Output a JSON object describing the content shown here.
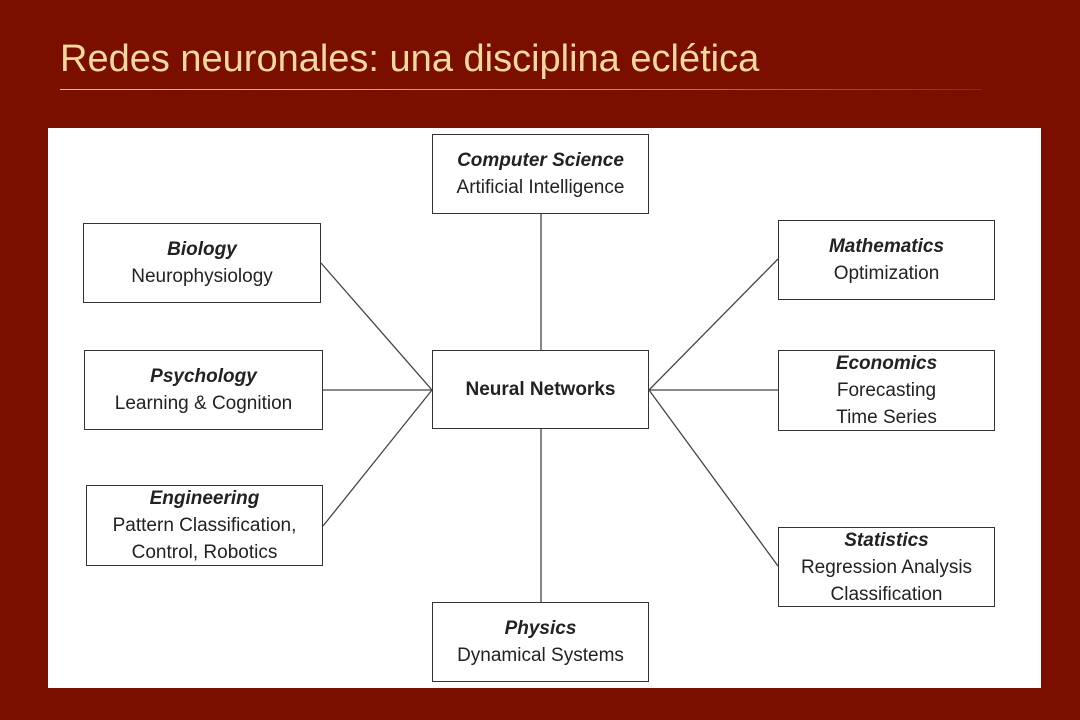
{
  "title": "Redes neuronales: una disciplina eclética",
  "diagram": {
    "center": {
      "label": "Neural Networks"
    },
    "computer_science": {
      "heading": "Computer Science",
      "lines": [
        "Artificial Intelligence"
      ]
    },
    "biology": {
      "heading": "Biology",
      "lines": [
        "Neurophysiology"
      ]
    },
    "psychology": {
      "heading": "Psychology",
      "lines": [
        "Learning & Cognition"
      ]
    },
    "engineering": {
      "heading": "Engineering",
      "lines": [
        "Pattern Classification,",
        "Control, Robotics"
      ]
    },
    "physics": {
      "heading": "Physics",
      "lines": [
        "Dynamical Systems"
      ]
    },
    "mathematics": {
      "heading": "Mathematics",
      "lines": [
        "Optimization"
      ]
    },
    "economics": {
      "heading": "Economics",
      "lines": [
        "Forecasting",
        "Time Series"
      ]
    },
    "statistics": {
      "heading": "Statistics",
      "lines": [
        "Regression Analysis",
        "Classification"
      ]
    }
  },
  "colors": {
    "background": "#7a0f00",
    "title_text": "#f3d9a0",
    "diagram_background": "#ffffff",
    "box_border": "#333333"
  }
}
